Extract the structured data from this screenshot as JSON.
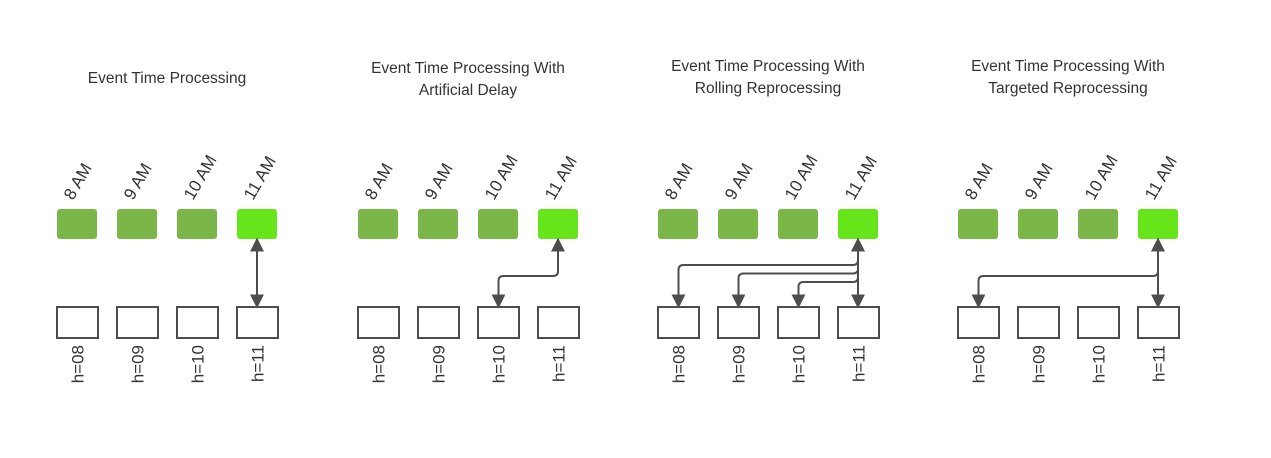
{
  "colors": {
    "hour_block": "#7ab648",
    "hour_block_active": "#66e61a",
    "partition_border": "#4d4d4d",
    "arrow": "#4d4d4d",
    "text": "#333333"
  },
  "time_labels": [
    "8 AM",
    "9 AM",
    "10 AM",
    "11 AM"
  ],
  "partition_labels": [
    "h=08",
    "h=09",
    "h=10",
    "h=11"
  ],
  "panels": [
    {
      "title_lines": [
        "Event Time Processing"
      ],
      "active_hour": "11 AM",
      "connections": [
        {
          "from": "11 AM",
          "to": [
            "h=11"
          ],
          "bidirectional": true
        }
      ]
    },
    {
      "title_lines": [
        "Event Time Processing With",
        "Artificial Delay"
      ],
      "active_hour": "11 AM",
      "connections": [
        {
          "from": "11 AM",
          "to": [
            "h=10"
          ],
          "bidirectional": true
        }
      ]
    },
    {
      "title_lines": [
        "Event Time Processing With",
        "Rolling Reprocessing"
      ],
      "active_hour": "11 AM",
      "connections": [
        {
          "from": "11 AM",
          "to": [
            "h=08",
            "h=09",
            "h=10",
            "h=11"
          ],
          "bidirectional": true
        }
      ]
    },
    {
      "title_lines": [
        "Event Time Processing With",
        "Targeted Reprocessing"
      ],
      "active_hour": "11 AM",
      "connections": [
        {
          "from": "11 AM",
          "to": [
            "h=08",
            "h=11"
          ],
          "bidirectional": true
        }
      ]
    }
  ]
}
